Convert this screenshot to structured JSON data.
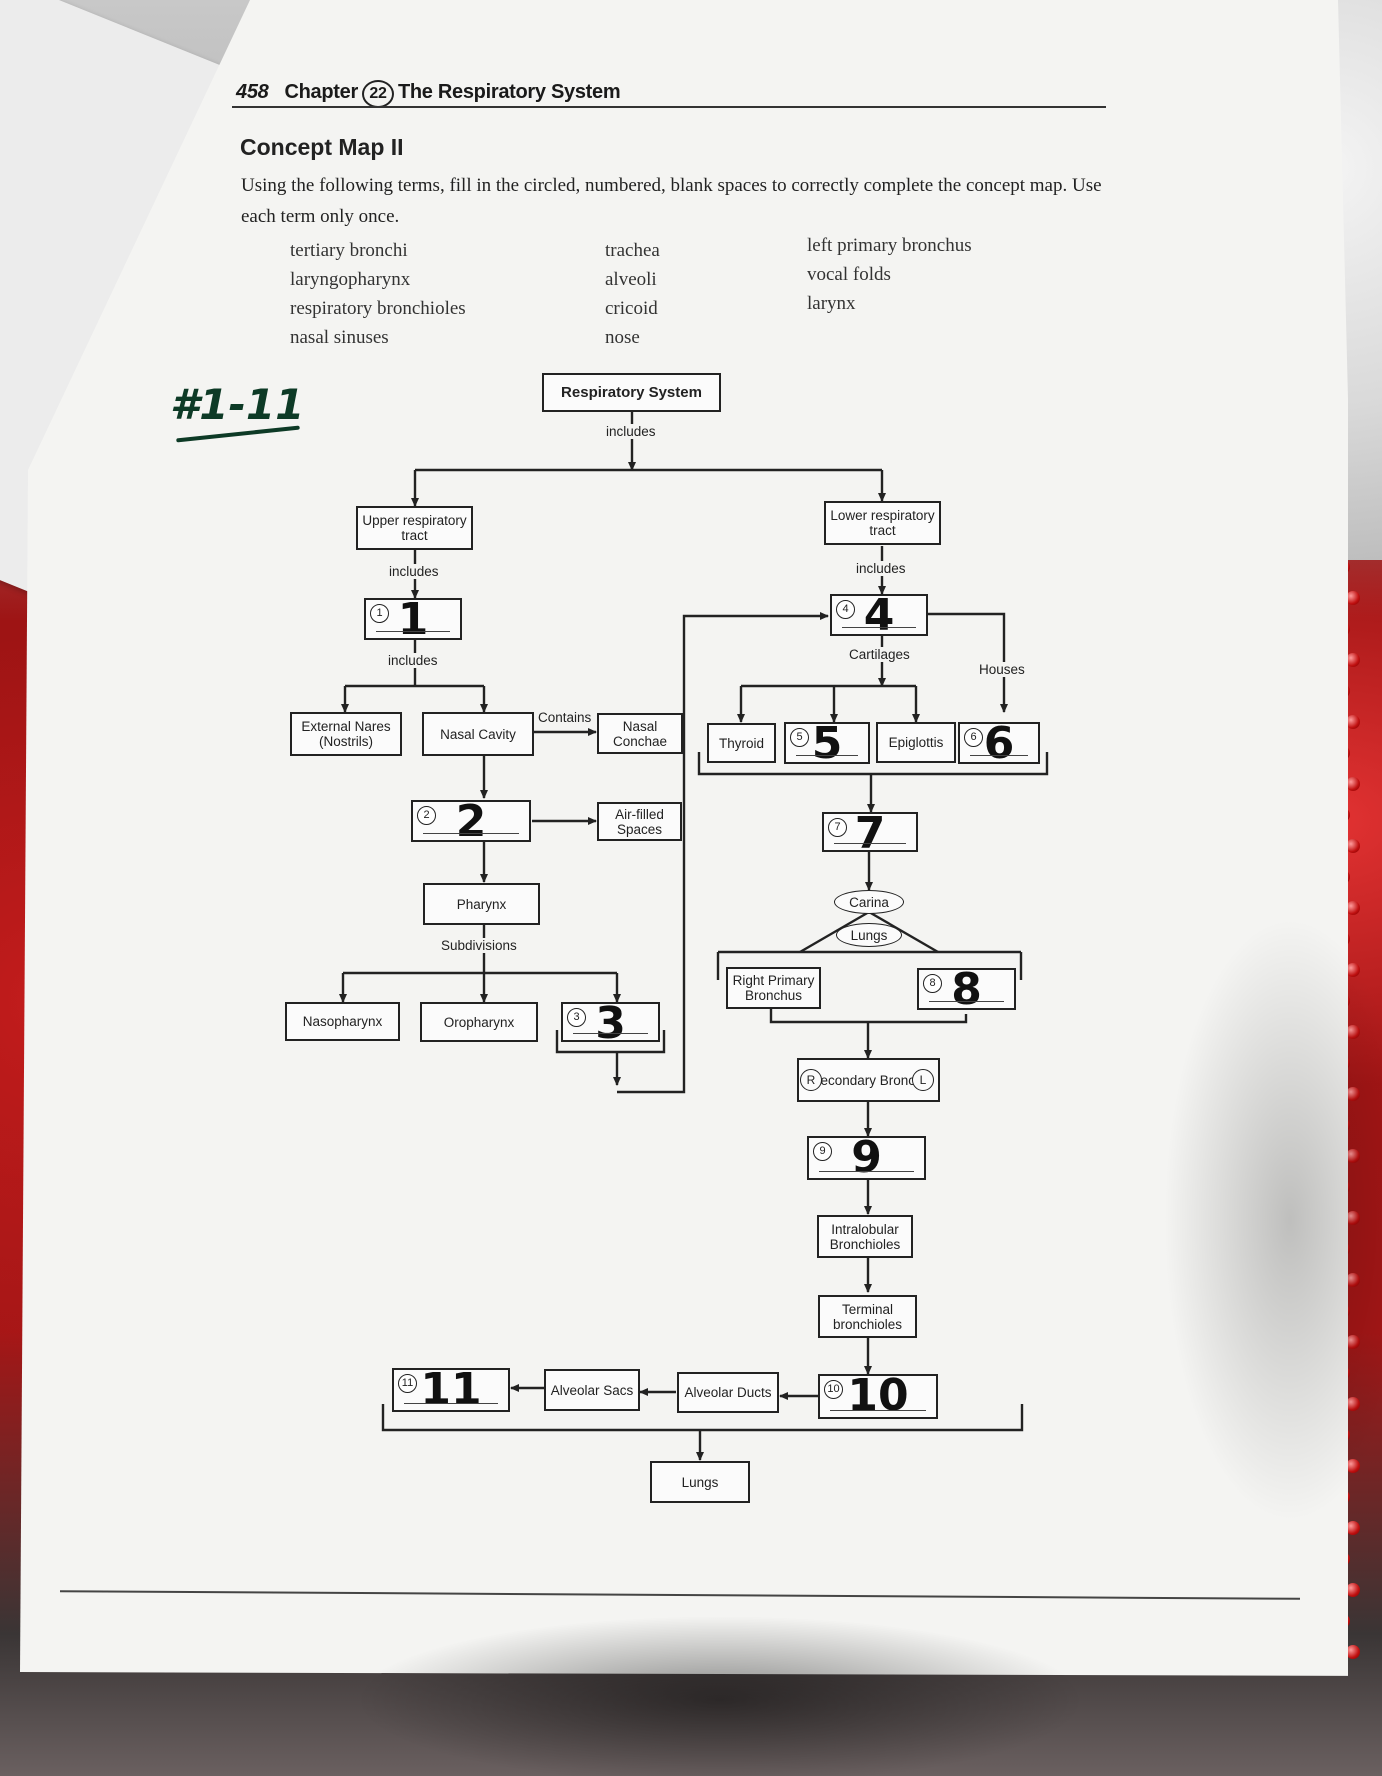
{
  "header": {
    "page_number": "458",
    "chapter_label": "Chapter",
    "chapter_number": "22",
    "chapter_title": "The Respiratory System"
  },
  "section_title": "Concept Map II",
  "instructions": "Using the following terms, fill in the circled, numbered, blank spaces to correctly complete the concept map. Use each term only once.",
  "terms": {
    "col1": [
      "tertiary bronchi",
      "laryngopharynx",
      "respiratory bronchioles",
      "nasal sinuses"
    ],
    "col2": [
      "trachea",
      "alveoli",
      "cricoid",
      "nose"
    ],
    "col3": [
      "left primary bronchus",
      "vocal folds",
      "larynx"
    ]
  },
  "annotation": "#1-11",
  "map": {
    "root": "Respiratory System",
    "upper": "Upper respiratory tract",
    "lower": "Lower respiratory tract",
    "external_nares": "External Nares (Nostrils)",
    "nasal_cavity": "Nasal Cavity",
    "nasal_conchae": "Nasal Conchae",
    "air_filled": "Air-filled Spaces",
    "pharynx": "Pharynx",
    "nasopharynx": "Nasopharynx",
    "oropharynx": "Oropharynx",
    "thyroid": "Thyroid",
    "epiglottis": "Epiglottis",
    "carina": "Carina",
    "lungs_oval": "Lungs",
    "right_primary": "Right Primary Bronchus",
    "secondary": "Secondary Bronchi",
    "side_r": "R",
    "side_l": "L",
    "intralobular": "Intralobular Bronchioles",
    "terminal": "Terminal bronchioles",
    "alveolar_sacs": "Alveolar Sacs",
    "alveolar_ducts": "Alveolar Ducts",
    "lungs_box": "Lungs"
  },
  "links": {
    "includes": "includes",
    "contains": "Contains",
    "subdivisions": "Subdivisions",
    "cartilages": "Cartilages",
    "houses": "Houses"
  },
  "answers": [
    {
      "n": "1",
      "written": "1"
    },
    {
      "n": "2",
      "written": "2"
    },
    {
      "n": "3",
      "written": "3"
    },
    {
      "n": "4",
      "written": "4"
    },
    {
      "n": "5",
      "written": "5"
    },
    {
      "n": "6",
      "written": "6"
    },
    {
      "n": "7",
      "written": "7"
    },
    {
      "n": "8",
      "written": "8"
    },
    {
      "n": "9",
      "written": "9"
    },
    {
      "n": "10",
      "written": "10"
    },
    {
      "n": "11",
      "written": "11"
    }
  ]
}
